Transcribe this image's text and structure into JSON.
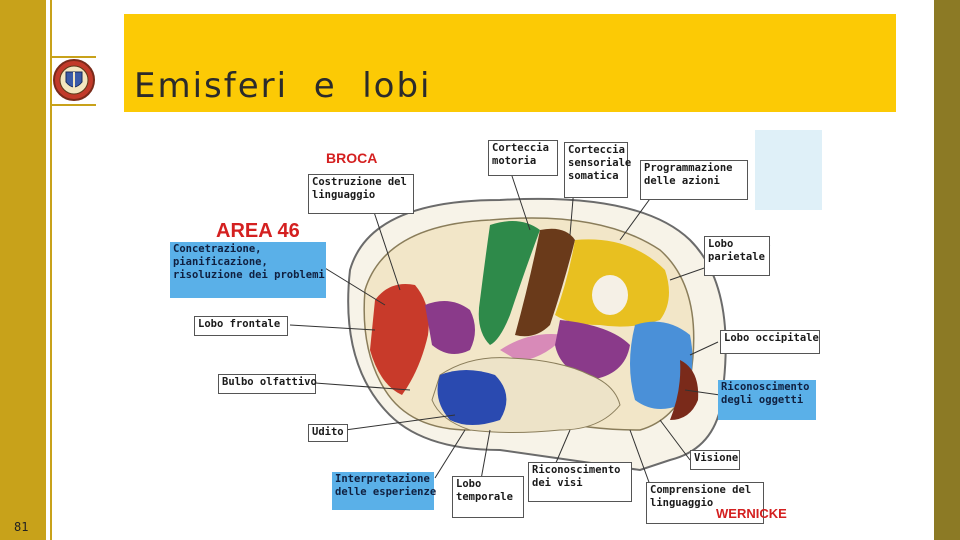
{
  "slide": {
    "title": "Emisferi  e  lobi",
    "page_number": "81",
    "colors": {
      "accent": "#fcca05",
      "side_bar": "#c8a21a",
      "right_bar": "#8c7a25"
    },
    "logo_icon": "university-seal-icon"
  },
  "diagram": {
    "broca": "BROCA",
    "area46": "AREA 46",
    "wernicke": "WERNICKE",
    "labels": {
      "corteccia_motoria": "Corteccia\nmotoria",
      "corteccia_sensoriale": "Corteccia\nsensoriale\nsomatica",
      "programmazione": "Programmazione\ndelle azioni",
      "costruzione": "Costruzione del\nlinguaggio",
      "concentrazione": "Concetrazione,\npianificazione,\nrisoluzione dei problemi",
      "lobo_parietale": "Lobo\nparietale",
      "lobo_frontale": "Lobo frontale",
      "lobo_occipitale": "Lobo occipitale",
      "bulbo_olfattivo": "Bulbo olfattivo",
      "riconoscimento_oggetti": "Riconoscimento\ndegli oggetti",
      "udito": "Udito",
      "visione": "Visione",
      "interpretazione": "Interpretazione\ndelle esperienze",
      "lobo_temporale": "Lobo\ntemporale",
      "riconoscimento_visi": "Riconoscimento\ndei visi",
      "comprensione": "Comprensione del\nlinguaggio"
    }
  }
}
